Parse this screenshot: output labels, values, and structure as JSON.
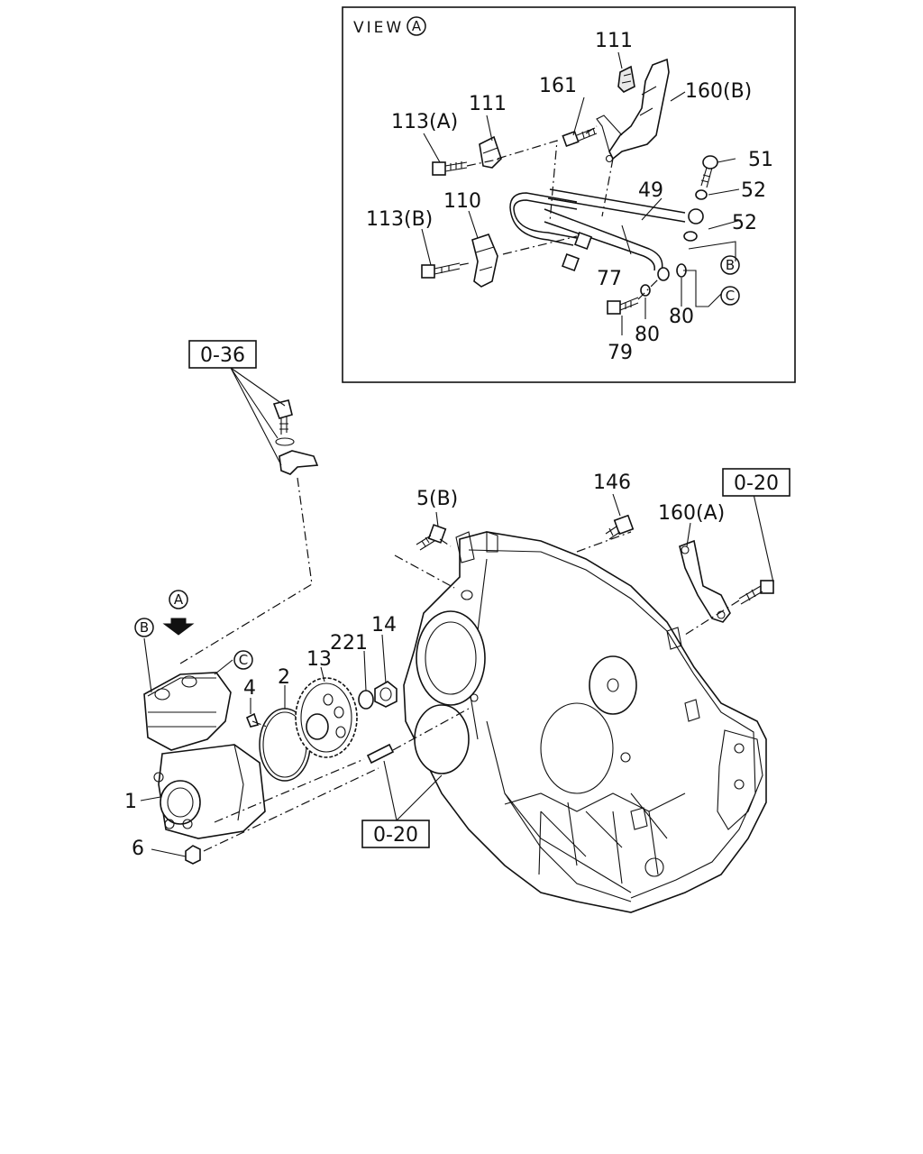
{
  "view_panel": {
    "title": "VIEW",
    "title_marker": "A",
    "labels": {
      "p111_top": "111",
      "p160b": "160(B)",
      "p161": "161",
      "p113a": "113(A)",
      "p111_left": "111",
      "p51": "51",
      "p52_upper": "52",
      "p49": "49",
      "p52_lower": "52",
      "p113b": "113(B)",
      "p110": "110",
      "p77": "77",
      "p80_right": "80",
      "p80_mid": "80",
      "p79": "79"
    },
    "markers": {
      "b": "B",
      "c": "C"
    }
  },
  "main": {
    "refs": {
      "ref_036": "0-36",
      "ref_020_right": "0-20",
      "ref_020_bottom": "0-20"
    },
    "markers": {
      "a": "A",
      "b": "B",
      "c": "C"
    },
    "labels": {
      "p5b": "5(B)",
      "p146": "146",
      "p160a": "160(A)",
      "p14": "14",
      "p221": "221",
      "p13": "13",
      "p2": "2",
      "p4": "4",
      "p1": "1",
      "p6": "6"
    }
  }
}
